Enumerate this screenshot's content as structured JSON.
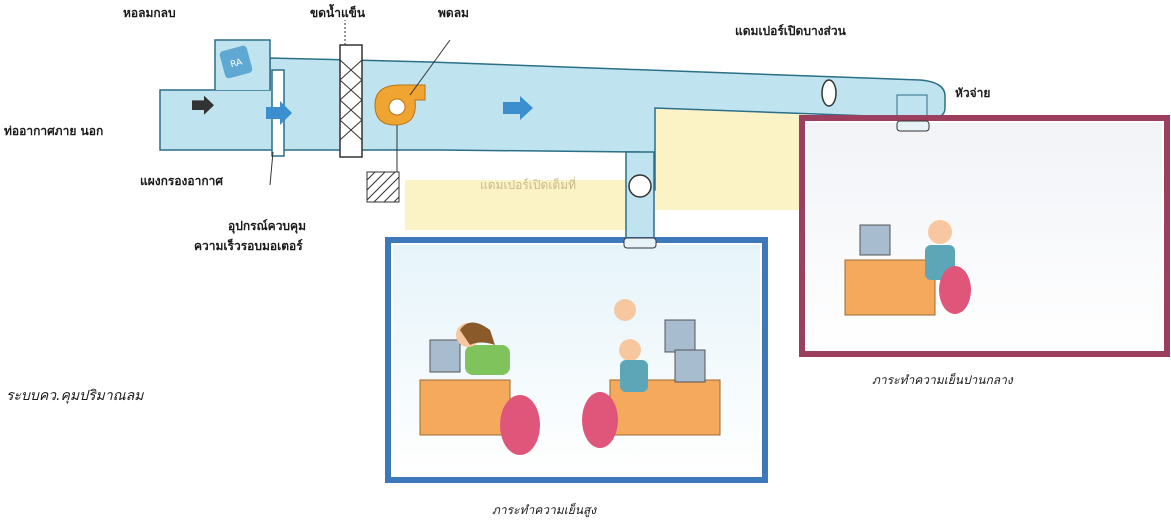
{
  "labels": {
    "return_air_duct": "หอลมกลบ",
    "water_coil": "ขดน้ำแข็น",
    "fan": "พดลม",
    "partial_damper": "แดมเปอร์เปิดบางส่วน",
    "diffuser": "หัวจ่าย",
    "outside_air_duct": "ท่ออากาศภาย นอก",
    "air_filter": "แผงกรองอากาศ",
    "full_damper": "แดมเปอร์เปิดเต็มที่",
    "motor_controller_line1": "อุปกรณ์ควบคุม",
    "motor_controller_line2": "ความเร็วรอบมอเตอร์",
    "system_title": "ระบบคว.คุมปริมาณลม",
    "medium_load": "ภาระทำความเย็นปานกลาง",
    "high_load": "ภาระทำความเย็นสูง"
  },
  "colors": {
    "duct_blue": "#bfe3ef",
    "duct_outline": "#2b6f88",
    "yellow_zone": "#fbf3c6",
    "blue_frame": "#3d78b8",
    "maroon_frame": "#9c3f5e",
    "fan_orange": "#f0a431",
    "arrow_blue": "#3c8fcf"
  }
}
